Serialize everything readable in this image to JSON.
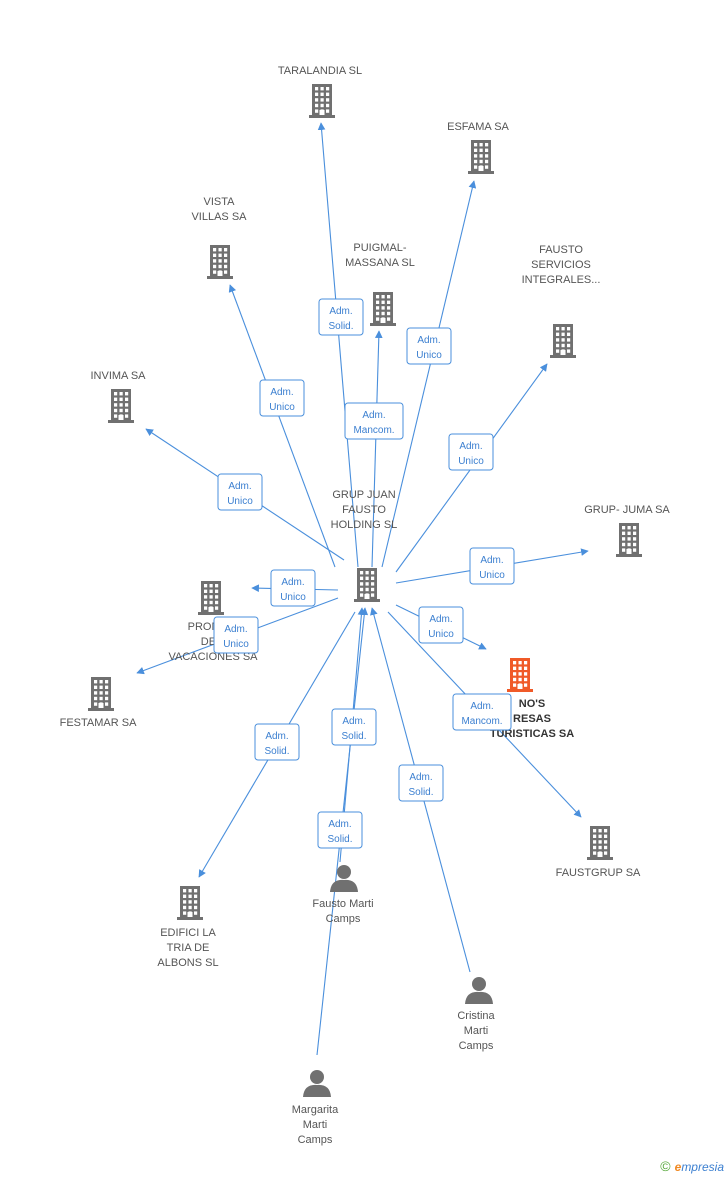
{
  "colors": {
    "edge": "#4a8fdc",
    "company_icon": "#707070",
    "focus_icon": "#f05a28",
    "person_icon": "#707070",
    "label_text": "#555555",
    "rel_text": "#3b7fd0"
  },
  "nodes": {
    "n0": {
      "kind": "company",
      "label": "GRUP JUAN\nFAUSTO\nHOLDING SL"
    },
    "n1": {
      "kind": "company",
      "label": "TARALANDIA SL"
    },
    "n2": {
      "kind": "company",
      "label": "ESFAMA SA"
    },
    "n3": {
      "kind": "company",
      "label": "VISTA\nVILLAS SA"
    },
    "n4": {
      "kind": "company",
      "label": "PUIGMAL-\nMASSANA SL"
    },
    "n5": {
      "kind": "company",
      "label": "FAUSTO\nSERVICIOS\nINTEGRALES..."
    },
    "n6": {
      "kind": "company",
      "label": "INVIMA SA"
    },
    "n7": {
      "kind": "company",
      "label": "GRUP- JUMA SA"
    },
    "n8": {
      "kind": "company",
      "label": "PROMO...\nDE...\nVACACIONES SA"
    },
    "n9": {
      "kind": "company",
      "label": "FESTAMAR SA"
    },
    "n10": {
      "kind": "focus",
      "label": "NO'S\nRESAS\nTURISTICAS SA"
    },
    "n11": {
      "kind": "company",
      "label": "FAUSTGRUP SA"
    },
    "n12": {
      "kind": "company",
      "label": "EDIFICI LA\nTRIA DE\nALBONS SL"
    },
    "n13": {
      "kind": "person",
      "label": "Fausto Marti\nCamps"
    },
    "n14": {
      "kind": "person",
      "label": "Cristina\nMarti\nCamps"
    },
    "n15": {
      "kind": "person",
      "label": "Margarita\nMarti\nCamps"
    }
  },
  "relations": [
    {
      "from": "n0",
      "to": "n1",
      "label": "Adm.\nSolid."
    },
    {
      "from": "n0",
      "to": "n2",
      "label": "Adm.\nUnico"
    },
    {
      "from": "n0",
      "to": "n3",
      "label": "Adm.\nUnico"
    },
    {
      "from": "n0",
      "to": "n4",
      "label": "Adm.\nMancom."
    },
    {
      "from": "n0",
      "to": "n5",
      "label": "Adm.\nUnico"
    },
    {
      "from": "n0",
      "to": "n6",
      "label": "Adm.\nUnico"
    },
    {
      "from": "n0",
      "to": "n7",
      "label": "Adm.\nUnico"
    },
    {
      "from": "n0",
      "to": "n8",
      "label": "Adm.\nUnico"
    },
    {
      "from": "n0",
      "to": "n9",
      "label": "Adm.\nUnico"
    },
    {
      "from": "n0",
      "to": "n10",
      "label": "Adm.\nUnico"
    },
    {
      "from": "n0",
      "to": "n11",
      "label": "Adm.\nMancom."
    },
    {
      "from": "n0",
      "to": "n12",
      "label": "Adm.\nSolid."
    },
    {
      "from": "n13",
      "to": "n0",
      "label": "Adm.\nSolid."
    },
    {
      "from": "n14",
      "to": "n0",
      "label": "Adm.\nSolid."
    },
    {
      "from": "n15",
      "to": "n0",
      "label": "Adm.\nSolid."
    }
  ],
  "watermark": {
    "copyright": "©",
    "brand_first": "e",
    "brand_rest": "mpresia"
  }
}
